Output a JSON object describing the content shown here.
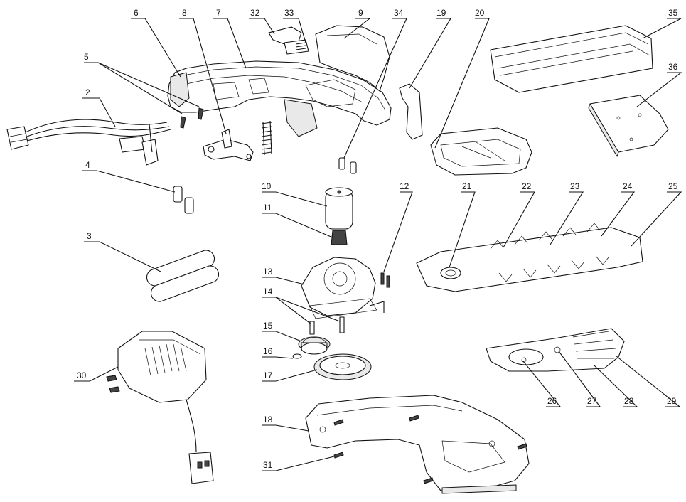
{
  "parts": [
    {
      "num": "2"
    },
    {
      "num": "3"
    },
    {
      "num": "4"
    },
    {
      "num": "5"
    },
    {
      "num": "6"
    },
    {
      "num": "7"
    },
    {
      "num": "8"
    },
    {
      "num": "9"
    },
    {
      "num": "10"
    },
    {
      "num": "11"
    },
    {
      "num": "12"
    },
    {
      "num": "13"
    },
    {
      "num": "14"
    },
    {
      "num": "15"
    },
    {
      "num": "16"
    },
    {
      "num": "17"
    },
    {
      "num": "18"
    },
    {
      "num": "19"
    },
    {
      "num": "20"
    },
    {
      "num": "21"
    },
    {
      "num": "22"
    },
    {
      "num": "23"
    },
    {
      "num": "24"
    },
    {
      "num": "25"
    },
    {
      "num": "26"
    },
    {
      "num": "27"
    },
    {
      "num": "28"
    },
    {
      "num": "29"
    },
    {
      "num": "30"
    },
    {
      "num": "31"
    },
    {
      "num": "32"
    },
    {
      "num": "33"
    },
    {
      "num": "34"
    },
    {
      "num": "35"
    },
    {
      "num": "36"
    }
  ]
}
